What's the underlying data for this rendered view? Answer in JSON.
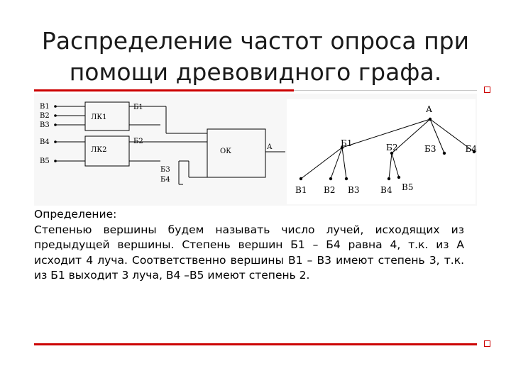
{
  "slide": {
    "title": "Распределение частот опроса при помощи древовидного графа.",
    "accent_color": "#cc0000"
  },
  "circuit": {
    "inputs": [
      "B1",
      "B2",
      "B3",
      "B4",
      "B5"
    ],
    "lk1": "ЛК1",
    "lk2": "ЛК2",
    "b1_label": "Б1",
    "b2_label": "Б2",
    "ok": "ОК",
    "out_label": "А",
    "b3_label": "Б3",
    "b4_label": "Б4"
  },
  "tree": {
    "root": "А",
    "level1": [
      "Б1",
      "Б2",
      "Б3",
      "Б4"
    ],
    "level2": [
      "B1",
      "B2",
      "B3",
      "B4",
      "B5"
    ]
  },
  "definition": {
    "heading": "Определение:",
    "text": "Степенью вершины будем называть число лучей, исходящих из предыдущей вершины. Степень вершин Б1 – Б4 равна 4, т.к. из А исходит 4 луча. Соответственно вершины В1 – В3 имеют степень 3, т.к. из Б1 выходит 3 луча, В4 –В5 имеют степень 2."
  }
}
